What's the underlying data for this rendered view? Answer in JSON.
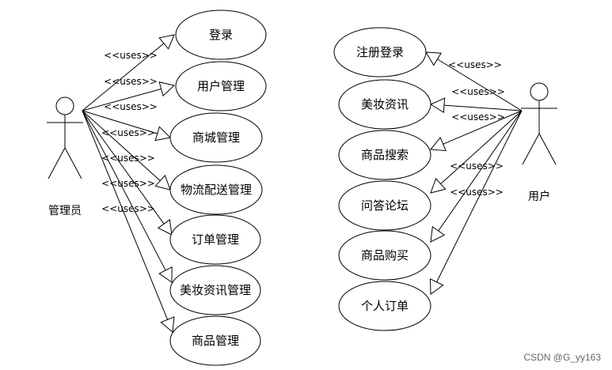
{
  "actors": {
    "admin": {
      "label": "管理员"
    },
    "user": {
      "label": "用户"
    }
  },
  "admin_usecases": [
    "登录",
    "用户管理",
    "商城管理",
    "物流配送管理",
    "订单管理",
    "美妆资讯管理",
    "商品管理"
  ],
  "user_usecases": [
    "注册登录",
    "美妆资讯",
    "商品搜索",
    "问答论坛",
    "商品购买",
    "个人订单"
  ],
  "relationship_label": "<<uses>>",
  "watermark": "CSDN @G_yy163"
}
